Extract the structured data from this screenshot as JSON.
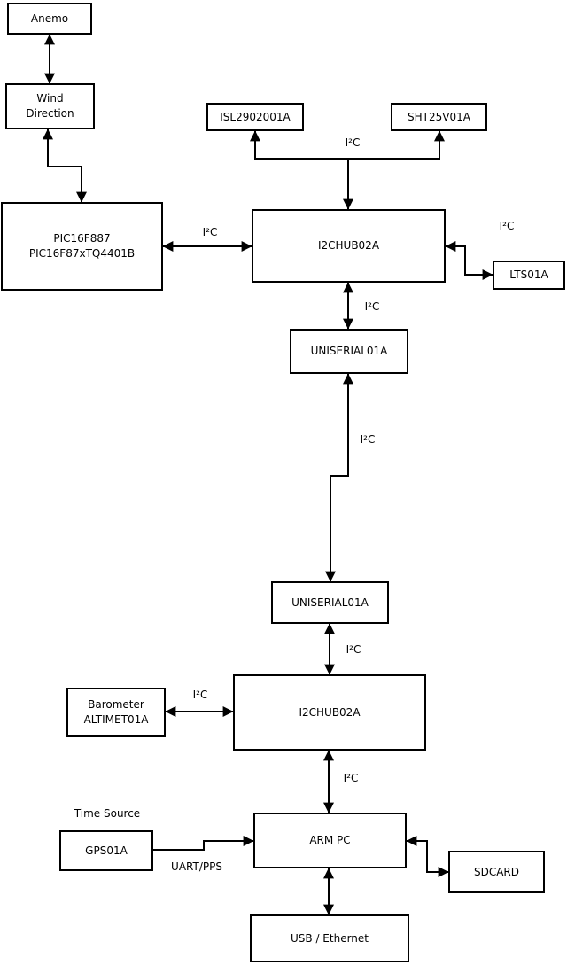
{
  "diagram": {
    "colors": {
      "background": "#ffffff",
      "line": "#000000",
      "text": "#000000"
    },
    "nodes": {
      "anemo": {
        "label": "Anemo"
      },
      "wind_direction": {
        "line1": "Wind",
        "line2": "Direction"
      },
      "pic": {
        "line1": "PIC16F887",
        "line2": "PIC16F87xTQ4401B"
      },
      "isl": {
        "label": "ISL2902001A"
      },
      "sht": {
        "label": "SHT25V01A"
      },
      "i2c_hub_top": {
        "label": "I2CHUB02A"
      },
      "lts": {
        "label": "LTS01A"
      },
      "uniserial_upper": {
        "label": "UNISERIAL01A"
      },
      "uniserial_lower": {
        "label": "UNISERIAL01A"
      },
      "i2c_hub_bottom": {
        "label": "I2CHUB02A"
      },
      "barometer": {
        "line1": "Barometer",
        "line2": "ALTIMET01A"
      },
      "gps": {
        "label": "GPS01A"
      },
      "arm_pc": {
        "label": "ARM PC"
      },
      "sdcard": {
        "label": "SDCARD"
      },
      "usb_ethernet": {
        "label": "USB / Ethernet"
      }
    },
    "edge_labels": {
      "pic_to_hub": "I²C",
      "sensors_to_hub": "I²C",
      "hub_to_lts": "I²C",
      "hub_to_uniserial": "I²C",
      "uniserial_to_uniserial": "I²C",
      "uniserial_to_hub2": "I²C",
      "barometer_to_hub2": "I²C",
      "hub2_to_armpc": "I²C",
      "gps_to_armpc": "UART/PPS"
    },
    "annotations": {
      "time_source": "Time Source"
    }
  }
}
